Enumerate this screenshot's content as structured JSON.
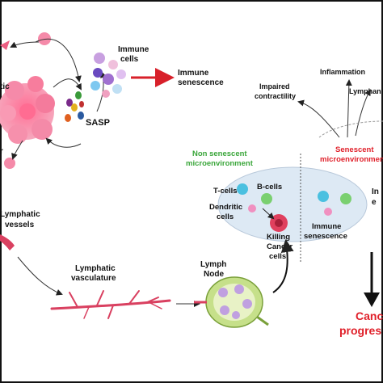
{
  "labels": {
    "immune_cells_1": "Immune",
    "immune_cells_2": "cells",
    "immune_senescence_1": "Immune",
    "immune_senescence_2": "senescence",
    "sasp": "SASP",
    "tumor_partial": "tic",
    "tumor_partial_2": "r",
    "inflammation": "Inflammation",
    "impaired_1": "Impaired",
    "impaired_2": "contractility",
    "lymphan_partial": "Lymphan",
    "non_senescent_1": "Non senescent",
    "non_senescent_2": "microenvironment",
    "senescent_1": "Senescent",
    "senescent_2": "microenvironmen",
    "t_cells": "T-cells",
    "b_cells": "B-cells",
    "dendritic_1": "Dendritic",
    "dendritic_2": "cells",
    "killing_1": "Killing",
    "killing_2": "Cancer",
    "killing_3": "cells",
    "immune_sen2_1": "Immune",
    "immune_sen2_2": "senescence",
    "right_partial_1": "In",
    "right_partial_2": "e",
    "lymphatic_vessels_1": "Lymphatic",
    "lymphatic_vessels_2": "vessels",
    "lymphatic_vasc_1": "Lymphatic",
    "lymphatic_vasc_2": "vasculature",
    "lymph_node_1": "Lymph",
    "lymph_node_2": "Node",
    "cancer_prog_1": "Canc",
    "cancer_prog_2": "progres"
  },
  "colors": {
    "tumor": "#f48aa8",
    "red_arrow": "#d8202a",
    "green_text": "#3aa63a",
    "red_text": "#e0202a",
    "ellipse_fill": "#dde9f4",
    "vessel": "#d94060"
  }
}
